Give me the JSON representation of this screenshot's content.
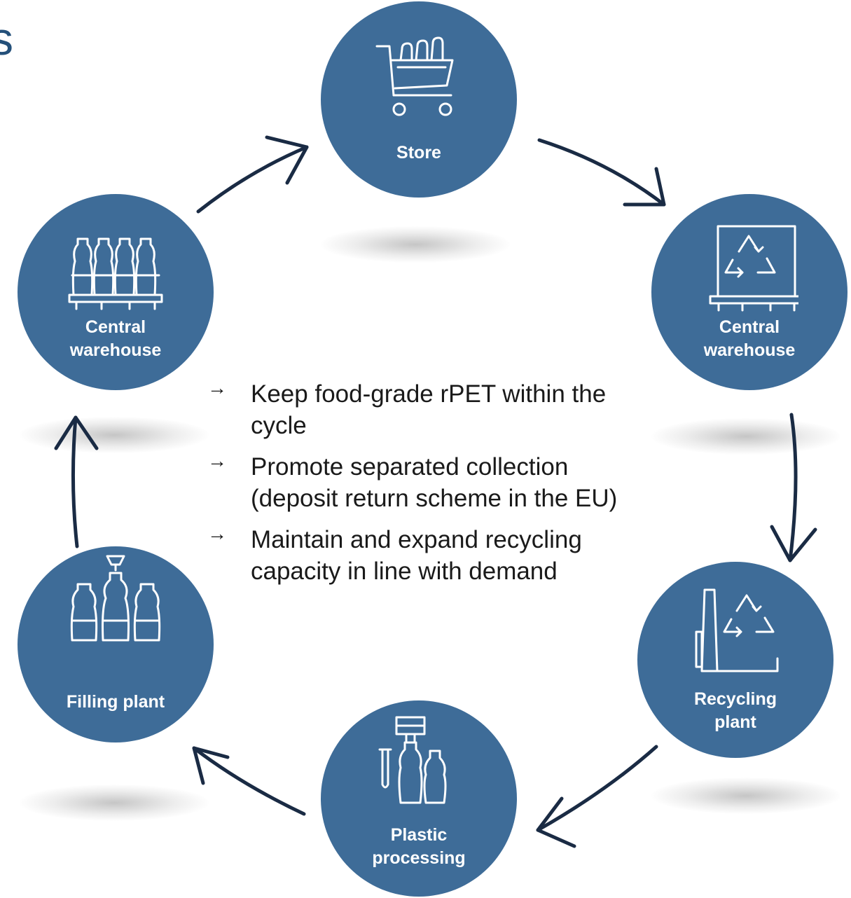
{
  "heading_fragment": "s",
  "nodes": [
    {
      "id": "store",
      "label": "Store",
      "icon": "shopping-cart-icon"
    },
    {
      "id": "warehouse-right",
      "label": "Central\nwarehouse",
      "icon": "recycling-pallet-icon"
    },
    {
      "id": "recycling",
      "label": "Recycling\nplant",
      "icon": "recycling-factory-icon"
    },
    {
      "id": "processing",
      "label": "Plastic\nprocessing",
      "icon": "bottle-processing-icon"
    },
    {
      "id": "filling",
      "label": "Filling plant",
      "icon": "bottle-filling-icon"
    },
    {
      "id": "warehouse-left",
      "label": "Central\nwarehouse",
      "icon": "bottles-on-pallet-icon"
    }
  ],
  "bullets": [
    {
      "arrow": "→",
      "text": "Keep food-grade rPET within the\ncycle"
    },
    {
      "arrow": "→",
      "text": "Promote separated collection\n(deposit return scheme in the EU)"
    },
    {
      "arrow": "→",
      "text": "Maintain and expand recycling\ncapacity in line with demand"
    }
  ],
  "colors": {
    "node_fill": "#3e6c98",
    "arrow": "#1a2b44",
    "text": "#1a1a1a",
    "heading": "#24507a"
  }
}
